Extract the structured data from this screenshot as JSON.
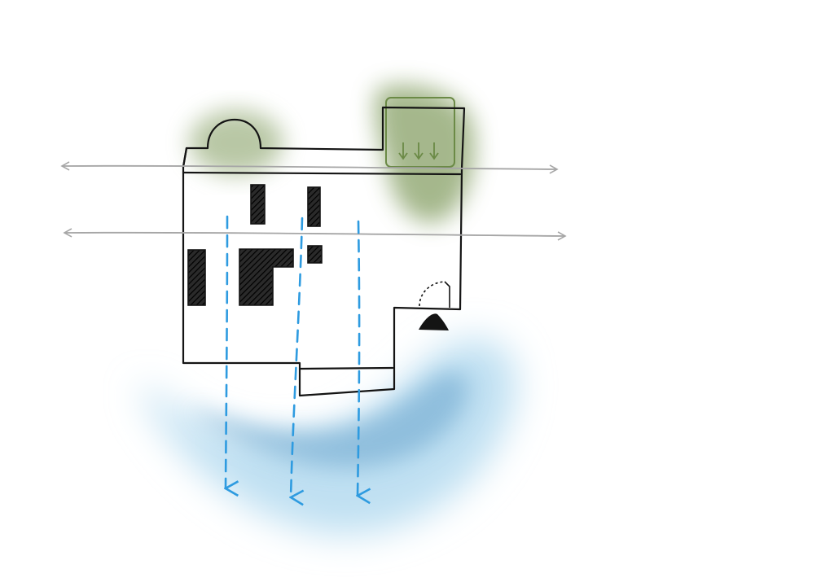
{
  "colors": {
    "background": "#ffffff",
    "ink": "#141414",
    "hatch_fill": "#2a2a2a",
    "axis_gray": "#a6a6a6",
    "vegetation_green": "#7f9a5c",
    "vegetation_green_dark": "#6b8a46",
    "water_light": "#bfe0f2",
    "water_dark": "#7fb3d6",
    "flow_blue": "#2e9be0"
  },
  "icons": {
    "axis_arrows": "double-headed-arrow-icon",
    "flow_arrows": "dashed-down-arrow-icon",
    "entrance": "entrance-triangle-icon",
    "door": "door-swing-icon",
    "slope_arrows": "small-down-arrow-icon"
  },
  "elements": {
    "axis_lines": 2,
    "flow_arrows": 3,
    "slope_arrows": 3,
    "hatched_blocks": 6
  }
}
